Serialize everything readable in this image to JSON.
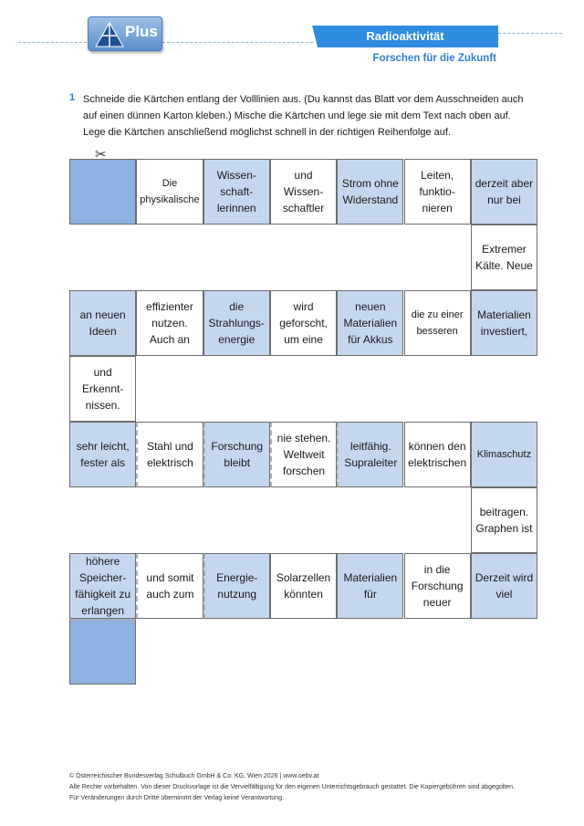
{
  "header": {
    "logo_text": "Plus",
    "title": "Radioaktivität",
    "subtitle": "Forschen für die Zukunft"
  },
  "task": {
    "number": "1",
    "text": "Schneide die Kärtchen entlang der Volllinien aus. (Du kannst das Blatt vor dem Ausschneiden auch auf einen dünnen Karton kleben.) Mische die Kärtchen und lege sie mit dem Text nach oben auf. Lege die Kärtchen anschließend möglichst schnell in der richtigen Reihenfolge auf."
  },
  "scissors": "✂",
  "cards": [
    "",
    "Die physikalische",
    "Wissen-schaft-lerinnen",
    "und Wissen-schaftler",
    "Strom ohne Widerstand",
    "Leiten, funktio-nieren",
    "derzeit aber nur bei",
    "Extremer Kälte. Neue",
    "an neuen Ideen",
    "effizienter nutzen. Auch an",
    "die Strahlungs-energie",
    "wird geforscht, um eine",
    "neuen Materialien für Akkus",
    "die zu einer besseren",
    "Materialien investiert,",
    "und Erkennt-nissen.",
    "sehr leicht, fester als",
    "Stahl und elektrisch",
    "Forschung bleibt",
    "nie stehen. Weltweit forschen",
    "leitfähig. Supraleiter",
    "können den elektrischen",
    "Klimaschutz",
    "beitragen. Graphen ist",
    "höhere Speicher-fähigkeit zu erlangen",
    "und somit auch zum",
    "Energie-nutzung",
    "Solarzellen könnten",
    "Materialien für",
    "in die Forschung neuer",
    "Derzeit wird viel",
    ""
  ],
  "footer": {
    "line1": "© Österreichischer Bundesverlag Schulbuch GmbH & Co. KG, Wien 2026 | www.oebv.at",
    "line2": "Alle Rechte vorbehalten. Von dieser Druckvorlage ist die Vervielfältigung für den eigenen Unterrichtsgebrauch gestattet. Die Kopiergebühren sind abgegolten.",
    "line3": "Für Veränderungen durch Dritte übernimmt der Verlag keine Verantwortung."
  }
}
